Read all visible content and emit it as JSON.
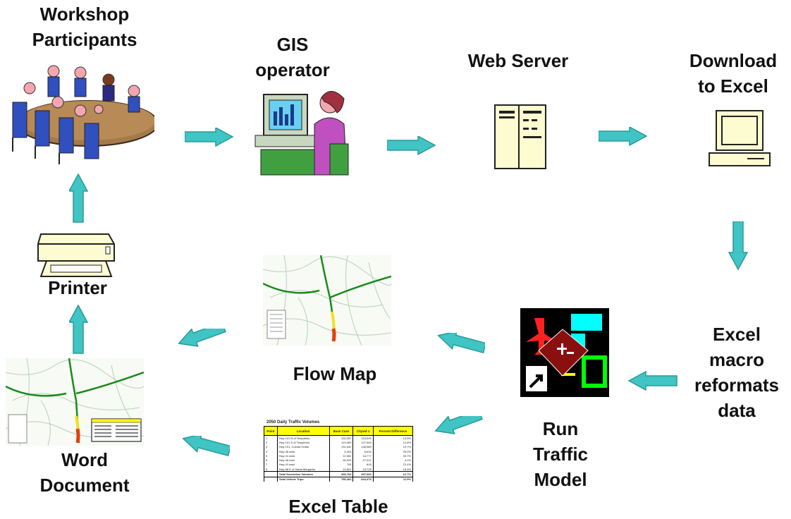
{
  "nodes": {
    "workshop": [
      "Workshop",
      "Participants"
    ],
    "gis": [
      "GIS",
      "operator"
    ],
    "web_server": [
      "Web Server"
    ],
    "download": [
      "Download",
      "to Excel"
    ],
    "excel_macro": [
      "Excel",
      "macro",
      "reformats",
      "data"
    ],
    "run_model": [
      "Run",
      "Traffic",
      "Model"
    ],
    "flow_map": [
      "Flow Map"
    ],
    "excel_table": [
      "Excel Table"
    ],
    "word_doc": [
      "Word",
      "Document"
    ],
    "printer": [
      "Printer"
    ]
  },
  "excel_table": {
    "title": "2050 Daily Traffic Volumes",
    "headers": [
      "Point",
      "Location",
      "Base Case",
      "Citywd 1",
      "Percent Difference"
    ],
    "rows": [
      [
        "1",
        "Hwy 101 N of Templeton",
        "102,257",
        "116,093",
        "13.5%"
      ],
      [
        "2",
        "Hwy 101 S of Templeton",
        "113,069",
        "127,949",
        "12.8%"
      ],
      [
        "3",
        "Hwy 101, Cuesta Grade",
        "131,642",
        "146,089",
        "10.7%"
      ],
      [
        "4",
        "Hwy 46 west",
        "5,303",
        "6,634",
        "25.0%"
      ],
      [
        "5",
        "Hwy 41 west",
        "12,552",
        "16,777",
        "33.7%"
      ],
      [
        "6",
        "Hwy 46 east",
        "26,029",
        "27,012",
        "4.1%"
      ],
      [
        "7",
        "Hwy 41 east",
        "704",
        "818",
        "21.4%"
      ],
      [
        "8",
        "Hwy 58 E of Santa Margarita",
        "13,501",
        "15,728",
        "16.5%"
      ]
    ],
    "totals": [
      [
        "",
        "Total Screenline Volumes",
        "405,763",
        "457,065",
        "12.7%"
      ],
      [
        "",
        "Total Vehicle Trips",
        "750,463",
        "844,475",
        "11.9%"
      ]
    ]
  },
  "colors": {
    "arrow": "#40c4c4",
    "arrow_stroke": "#2a9a9a",
    "yellow": "#ffff00"
  }
}
